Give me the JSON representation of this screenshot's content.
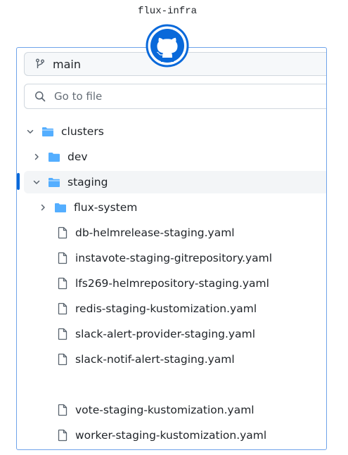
{
  "repo": {
    "title": "flux-infra"
  },
  "branch": {
    "name": "main"
  },
  "search": {
    "placeholder": "Go to file"
  },
  "tree": {
    "clusters": "clusters",
    "dev": "dev",
    "staging": "staging",
    "flux_system": "flux-system",
    "files": [
      "db-helmrelease-staging.yaml",
      "instavote-staging-gitrepository.yaml",
      "lfs269-helmrepository-staging.yaml",
      "redis-staging-kustomization.yaml",
      "slack-alert-provider-staging.yaml",
      "slack-notif-alert-staging.yaml",
      "vote-staging-kustomization.yaml",
      "worker-staging-kustomization.yaml"
    ]
  },
  "colors": {
    "folder": "#54aeff",
    "accent": "#0969da",
    "border": "#6fa3ea",
    "logo": "#0969da"
  },
  "icons": {
    "logo": "github-octocat-icon",
    "branch": "git-branch-icon",
    "search": "search-icon",
    "folder": "folder-icon",
    "folder_open": "folder-open-icon",
    "file": "file-icon"
  }
}
